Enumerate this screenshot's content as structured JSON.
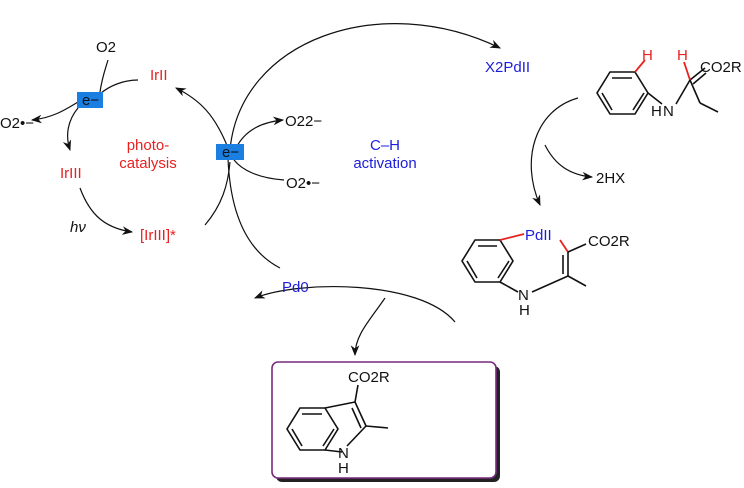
{
  "photocatalysis": {
    "o2_in": "O2",
    "superoxide_out": "O2•−",
    "ir_ii": "IrII",
    "ir_iii": "IrIII",
    "ir_iii_excited": "[IrIII]*",
    "hv": "hν",
    "label_line1": "photo-",
    "label_line2": "catalysis",
    "electron_left": "e−",
    "electron_center": "e−"
  },
  "coupling": {
    "peroxide": "O22−",
    "superoxide_in": "O2•−",
    "label_line1": "C–H",
    "label_line2": "activation"
  },
  "pd": {
    "x2pd": "X2PdII",
    "pd0": "Pd0",
    "pd_ii_ring": "PdII"
  },
  "substrate": {
    "h1": "H",
    "h2": "H",
    "nh": "N",
    "nh_h": "H",
    "ester": "CO2R"
  },
  "byproduct": "2HX",
  "intermediate": {
    "ester": "CO2R",
    "nh": "N",
    "nh_h": "H"
  },
  "product": {
    "ester": "CO2R",
    "nh": "N",
    "nh_h": "H"
  },
  "colors": {
    "red": "#e8211f",
    "blue": "#1d1ddb",
    "box_blue": "#1a7fe0",
    "frame_purple": "#7b2a7f"
  }
}
